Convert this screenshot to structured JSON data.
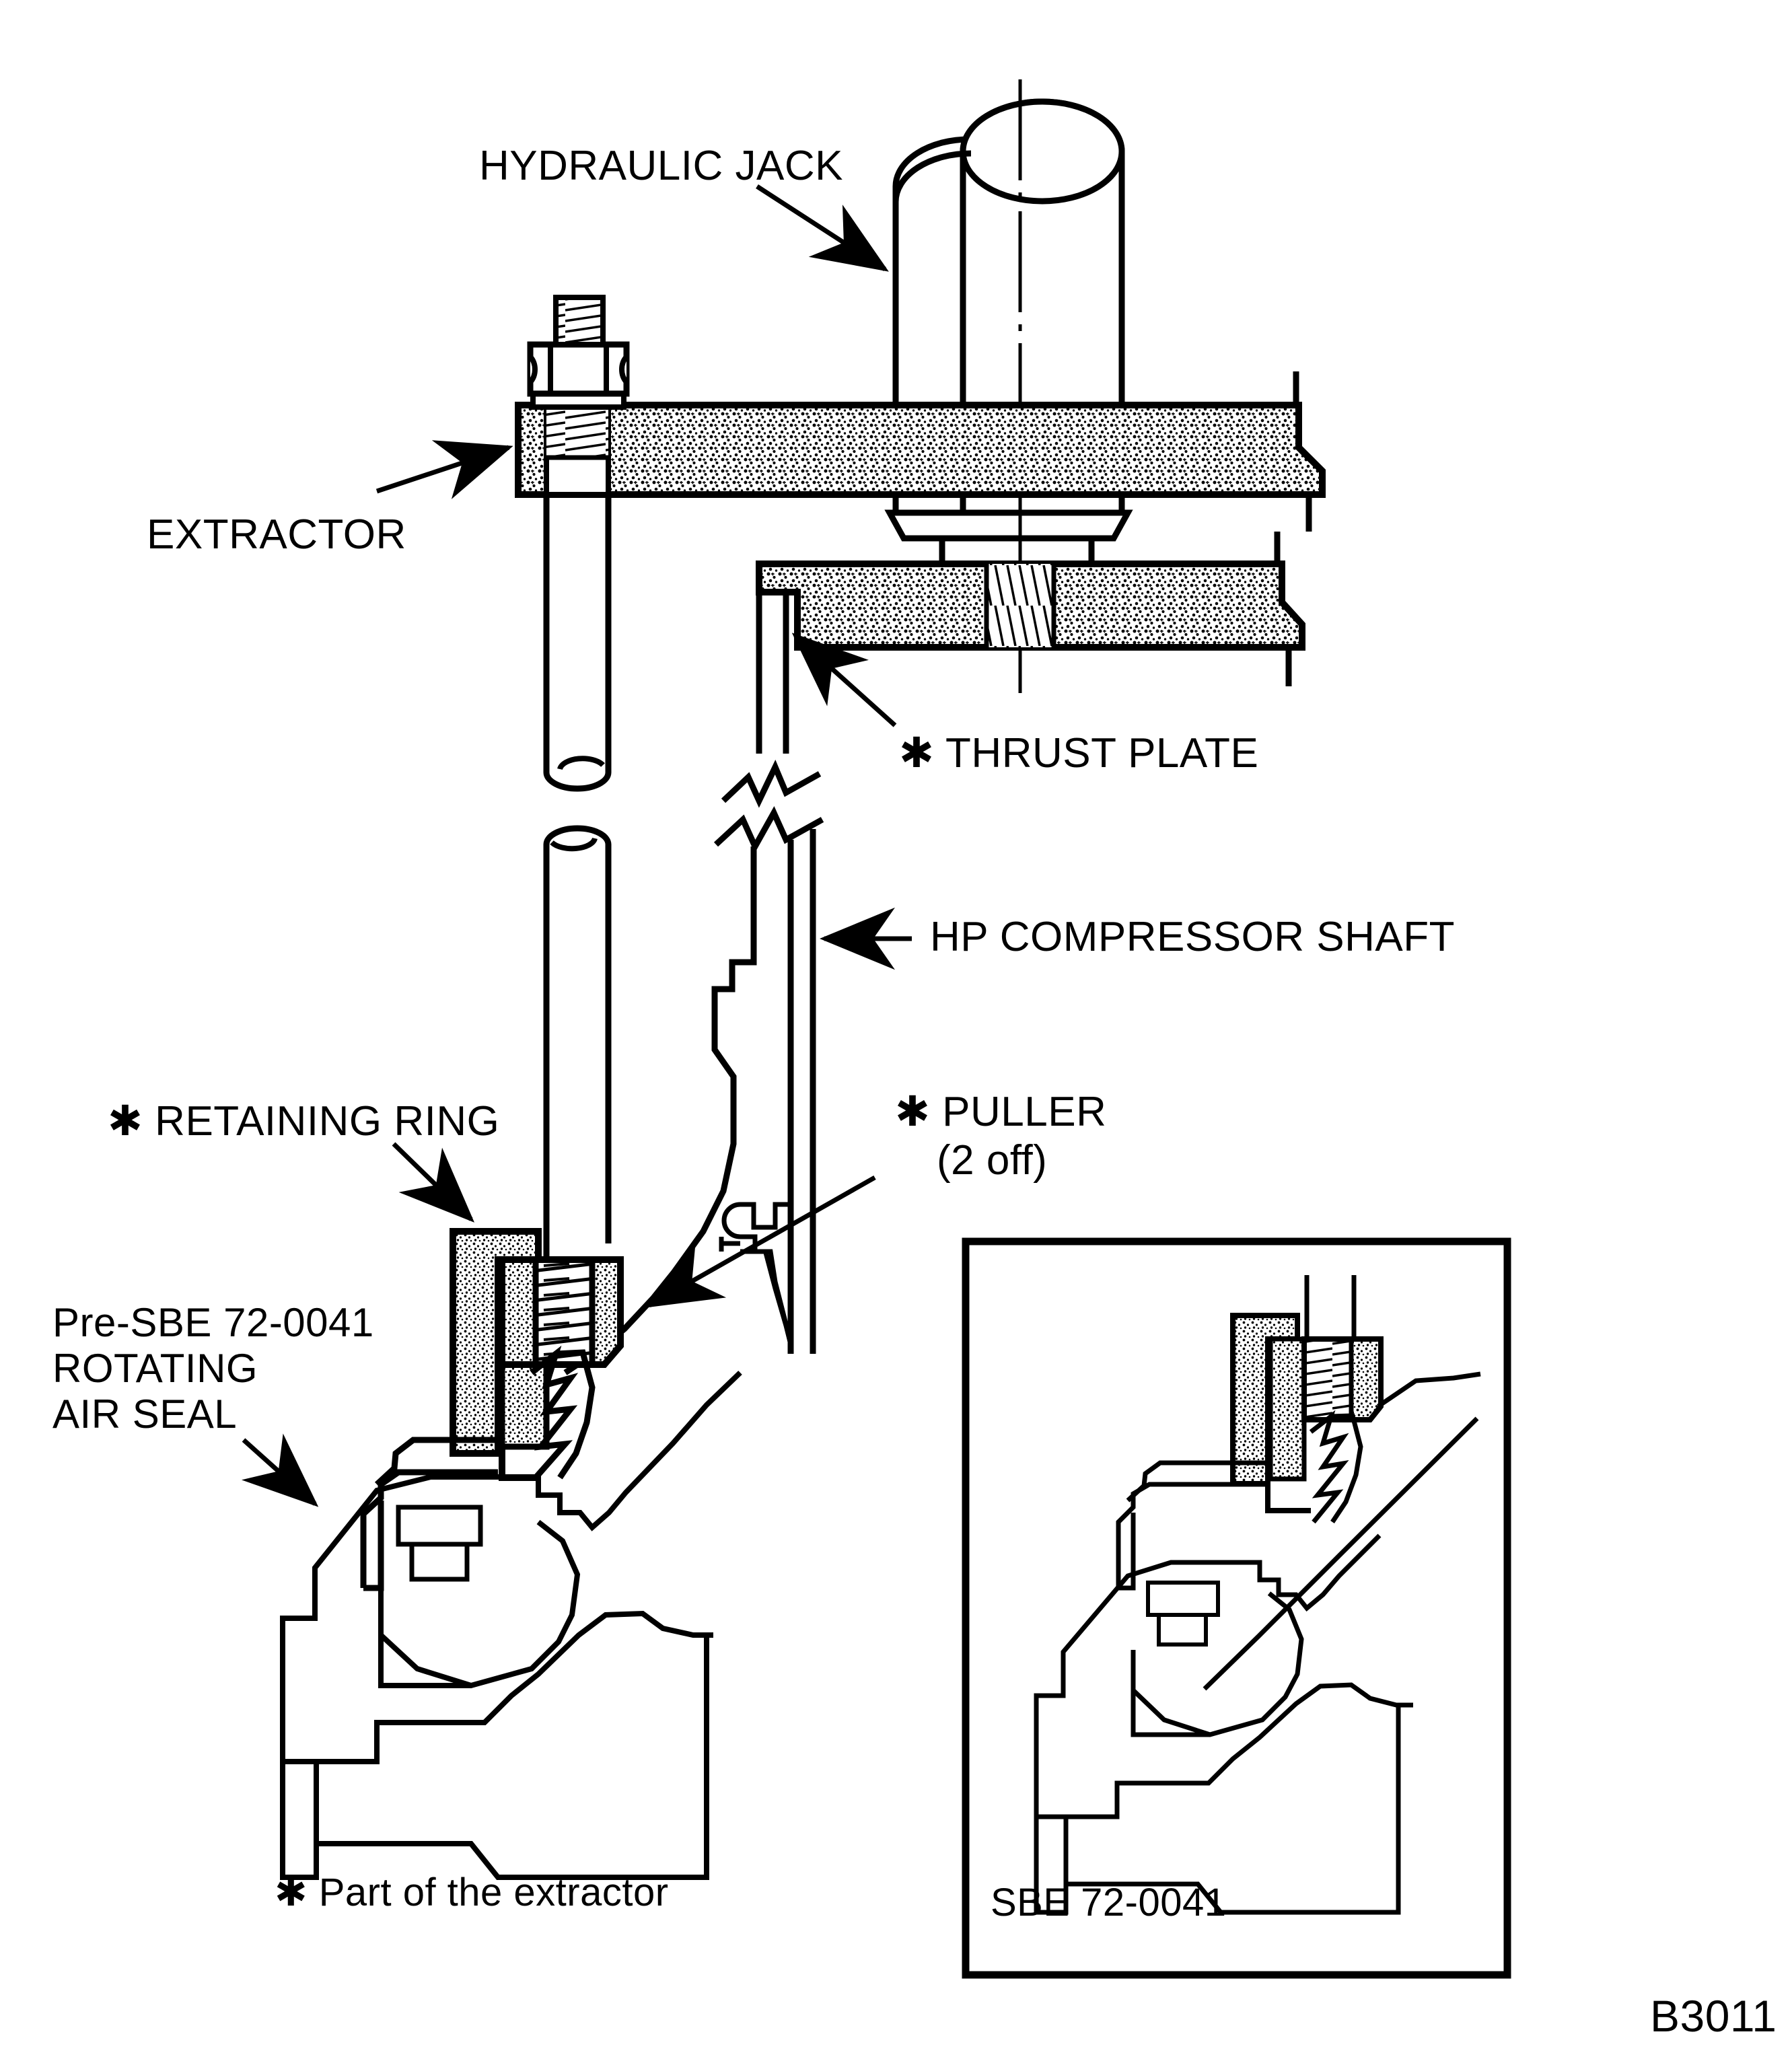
{
  "figure": {
    "reference_number": "B3011",
    "footnote": "✱ Part of the extractor",
    "footnote_marker": "✱",
    "footnote_text": "Part of the extractor",
    "line_color": "#000000",
    "background_color": "#ffffff"
  },
  "labels": {
    "hydraulic_jack": "HYDRAULIC JACK",
    "extractor": "EXTRACTOR",
    "thrust_plate": "✱ THRUST PLATE",
    "hp_compressor_shaft": "HP COMPRESSOR SHAFT",
    "retaining_ring": "✱ RETAINING RING",
    "puller_line1": "✱ PULLER",
    "puller_line2": "(2 off)",
    "air_seal_line1": "Pre-SBE 72-0041",
    "air_seal_line2": "ROTATING",
    "air_seal_line3": "AIR SEAL"
  },
  "inset": {
    "caption": "SBE 72-0041"
  },
  "icons": {
    "asterisk": "✱",
    "leader_arrow": "arrow-icon"
  }
}
